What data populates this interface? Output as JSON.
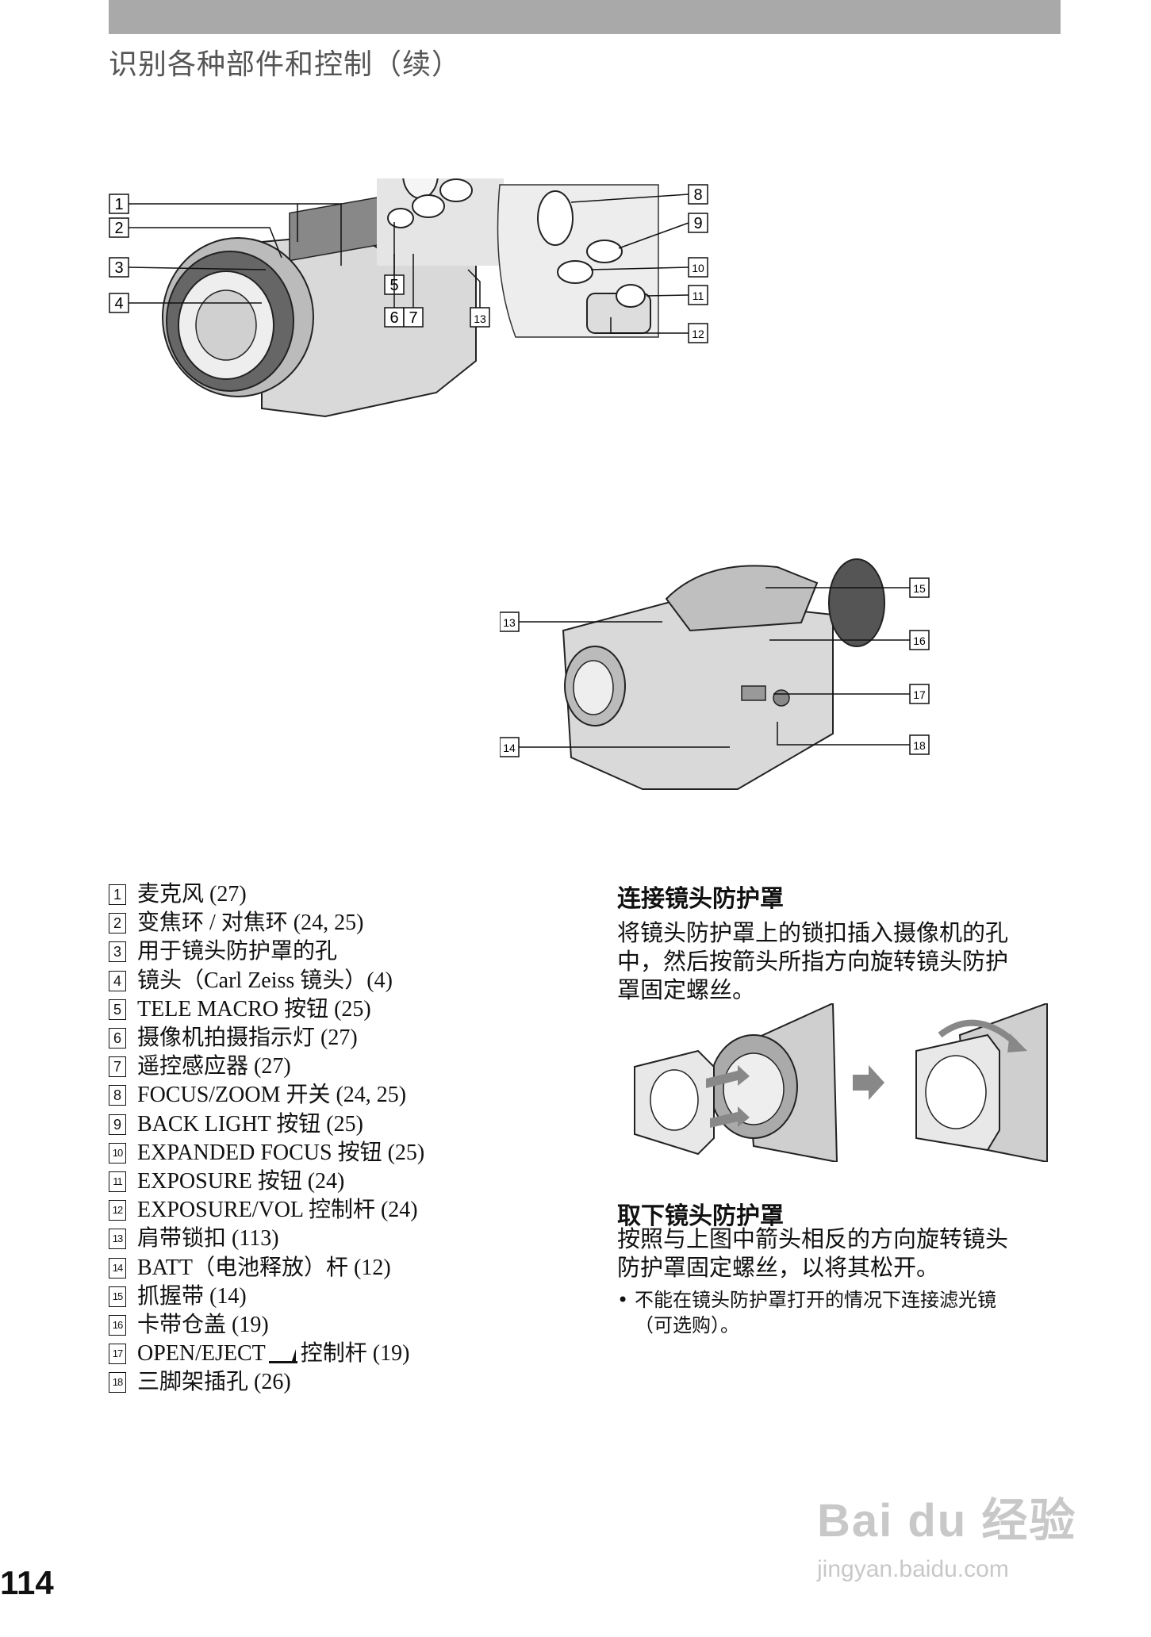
{
  "header": {
    "title": "识别各种部件和控制（续）"
  },
  "parts": [
    {
      "num": "1",
      "label": "麦克风 (27)"
    },
    {
      "num": "2",
      "label": "变焦环 / 对焦环 (24, 25)"
    },
    {
      "num": "3",
      "label": "用于镜头防护罩的孔"
    },
    {
      "num": "4",
      "label": "镜头（Carl Zeiss 镜头）(4)"
    },
    {
      "num": "5",
      "label": "TELE MACRO 按钮 (25)"
    },
    {
      "num": "6",
      "label": "摄像机拍摄指示灯 (27)"
    },
    {
      "num": "7",
      "label": "遥控感应器 (27)"
    },
    {
      "num": "8",
      "label": "FOCUS/ZOOM 开关 (24, 25)"
    },
    {
      "num": "9",
      "label": "BACK LIGHT 按钮 (25)"
    },
    {
      "num": "10",
      "label": "EXPANDED FOCUS 按钮 (25)"
    },
    {
      "num": "11",
      "label": "EXPOSURE 按钮 (24)"
    },
    {
      "num": "12",
      "label": "EXPOSURE/VOL 控制杆 (24)"
    },
    {
      "num": "13",
      "label": "肩带锁扣 (113)"
    },
    {
      "num": "14",
      "label": "BATT（电池释放）杆 (12)"
    },
    {
      "num": "15",
      "label": "抓握带 (14)"
    },
    {
      "num": "16",
      "label": "卡带仓盖 (19)"
    },
    {
      "num": "17",
      "label": "OPEN/EJECT",
      "label_suffix": "控制杆 (19)"
    },
    {
      "num": "18",
      "label": "三脚架插孔 (26)"
    }
  ],
  "attach_section": {
    "heading": "连接镜头防护罩",
    "lines": [
      "将镜头防护罩上的锁扣插入摄像机的孔",
      "中，然后按箭头所指方向旋转镜头防护",
      "罩固定螺丝。"
    ]
  },
  "remove_section": {
    "heading": "取下镜头防护罩",
    "lines": [
      "按照与上图中箭头相反的方向旋转镜头",
      "防护罩固定螺丝，以将其松开。"
    ]
  },
  "note": {
    "bullet": "•",
    "lines": [
      "不能在镜头防护罩打开的情况下连接滤光镜",
      "（可选购）。"
    ]
  },
  "page_number": "114",
  "watermark": {
    "brand": "Bai du 经验",
    "url": "jingyan.baidu.com"
  },
  "colors": {
    "header_bar": "#a9a9a9",
    "title": "#555555",
    "camera_body": "#d6d6d6"
  }
}
